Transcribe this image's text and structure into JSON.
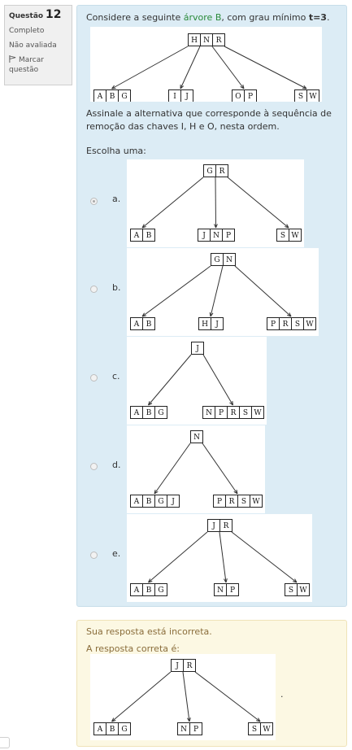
{
  "question": {
    "label": "Questão",
    "number": "12",
    "status": "Completo",
    "grade": "Não avaliada",
    "flag_label": "Marcar questão",
    "text_prefix": "Considere a seguinte ",
    "text_link": "árvore B",
    "text_mid": ", com grau mínimo ",
    "text_bold": "t=3",
    "text_end": ".",
    "prompt_line1": "Assinale a alternativa que corresponde à sequência de",
    "prompt_line2": "remoção das chaves I, H e O, nesta ordem.",
    "choose": "Escolha uma:"
  },
  "figures": {
    "question_tree": {
      "root": [
        "H",
        "N",
        "R"
      ],
      "children": [
        [
          "A",
          "B",
          "G"
        ],
        [
          "I",
          "J"
        ],
        [
          "O",
          "P"
        ],
        [
          "S",
          "W"
        ]
      ]
    }
  },
  "options": [
    {
      "letter": "a.",
      "selected": true,
      "tree": {
        "root": [
          "G",
          "R"
        ],
        "children": [
          [
            "A",
            "B"
          ],
          [
            "J",
            "N",
            "P"
          ],
          [
            "S",
            "W"
          ]
        ]
      }
    },
    {
      "letter": "b.",
      "selected": false,
      "tree": {
        "root": [
          "G",
          "N"
        ],
        "children": [
          [
            "A",
            "B"
          ],
          [
            "H",
            "J"
          ],
          [
            "P",
            "R",
            "S",
            "W"
          ]
        ]
      }
    },
    {
      "letter": "c.",
      "selected": false,
      "tree": {
        "root": [
          "J"
        ],
        "children": [
          [
            "A",
            "B",
            "G"
          ],
          [
            "N",
            "P",
            "R",
            "S",
            "W"
          ]
        ]
      }
    },
    {
      "letter": "d.",
      "selected": false,
      "tree": {
        "root": [
          "N"
        ],
        "children": [
          [
            "A",
            "B",
            "G",
            "J"
          ],
          [
            "P",
            "R",
            "S",
            "W"
          ]
        ]
      }
    },
    {
      "letter": "e.",
      "selected": false,
      "tree": {
        "root": [
          "J",
          "R"
        ],
        "children": [
          [
            "A",
            "B",
            "G"
          ],
          [
            "N",
            "P"
          ],
          [
            "S",
            "W"
          ]
        ]
      }
    }
  ],
  "feedback": {
    "incorrect": "Sua resposta está incorreta.",
    "correct_label": "A resposta correta é:",
    "trailing": ".",
    "tree": {
      "root": [
        "J",
        "R"
      ],
      "children": [
        [
          "A",
          "B",
          "G"
        ],
        [
          "N",
          "P"
        ],
        [
          "S",
          "W"
        ]
      ]
    }
  },
  "colors": {
    "question_bg": "#dcecf5",
    "feedback_bg": "#fcf8e3",
    "feedback_text": "#8a6d3b",
    "link": "#2a8a3a"
  }
}
